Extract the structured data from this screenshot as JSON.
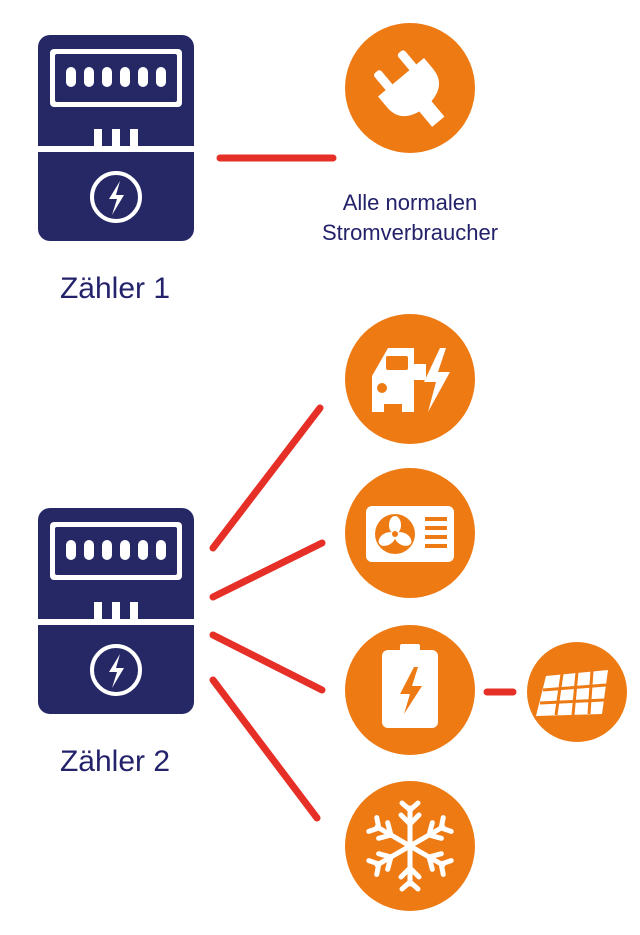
{
  "meter_1": {
    "label": "Zähler 1"
  },
  "meter_2": {
    "label": "Zähler 2"
  },
  "consumer_normal": {
    "line1": "Alle normalen",
    "line2": "Stromverbraucher"
  },
  "icons": {
    "consumer_normal": "plug-icon",
    "ev_charging": "car-charging-icon",
    "heat_pump": "heat-pump-fan-icon",
    "battery_storage": "battery-charging-icon",
    "solar": "solar-panel-icon",
    "cooling": "snowflake-icon"
  },
  "colors": {
    "meter": "#262866",
    "accent": "#ee7a14",
    "connector": "#e63027",
    "label": "#23226a"
  }
}
